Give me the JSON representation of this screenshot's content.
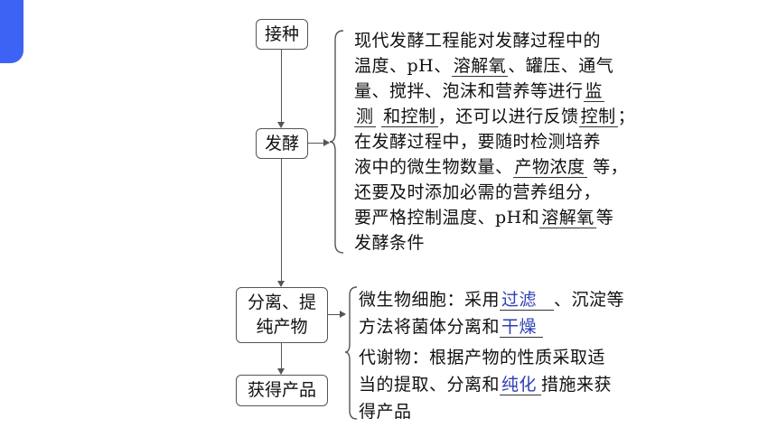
{
  "nodes": {
    "inoculation": "接种",
    "fermentation": "发酵",
    "separation_1": "分离、提",
    "separation_2": "纯产物",
    "product": "获得产品"
  },
  "fermentation_text": {
    "l1": "现代发酵工程能对发酵过程中的",
    "l2a": "温度、pH、",
    "l2b": "溶解氧",
    "l2c": "、罐压、通气",
    "l3a": "量、搅拌、泡沫和营养等进行",
    "l3b": "监",
    "l4a": "测",
    "l4b": "和控制",
    "l4c": "，还可以进行反馈",
    "l4d": "控制",
    "l4e": "；",
    "l5": "在发酵过程中，要随时检测培养",
    "l6a": "液中的微生物数量、",
    "l6b": "产物浓度",
    "l6c": " 等，",
    "l7": "还要及时添加必需的营养组分，",
    "l8a": "要严格控制温度、pH和",
    "l8b": "溶解氧",
    "l8c": "等",
    "l9": "发酵条件"
  },
  "separation_text": {
    "cells_a": "微生物细胞：采用",
    "cells_b": "过滤",
    "cells_c": "、沉淀等",
    "cells_d": "方法将菌体分离和",
    "cells_e": "干燥",
    "meta_a": "代谢物：根据产物的性质采取适",
    "meta_b": "当的提取、分离和",
    "meta_c": "纯化",
    "meta_d": "措施来获",
    "meta_e": "得产品"
  },
  "colors": {
    "accent": "#3d63f5",
    "fill_answer": "#2d3fb5"
  }
}
